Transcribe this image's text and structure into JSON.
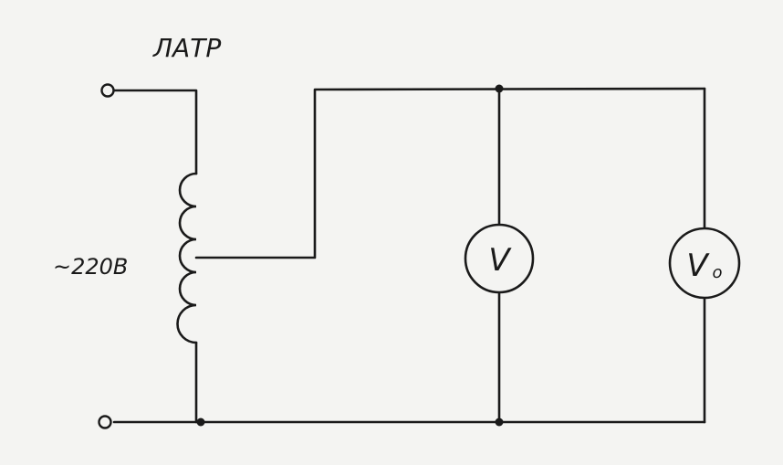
{
  "transformer_label": "ЛАТР",
  "supply_label": "~220В",
  "voltmeter_label": "V",
  "reference_voltmeter_label": "V",
  "reference_voltmeter_subscript": "o"
}
